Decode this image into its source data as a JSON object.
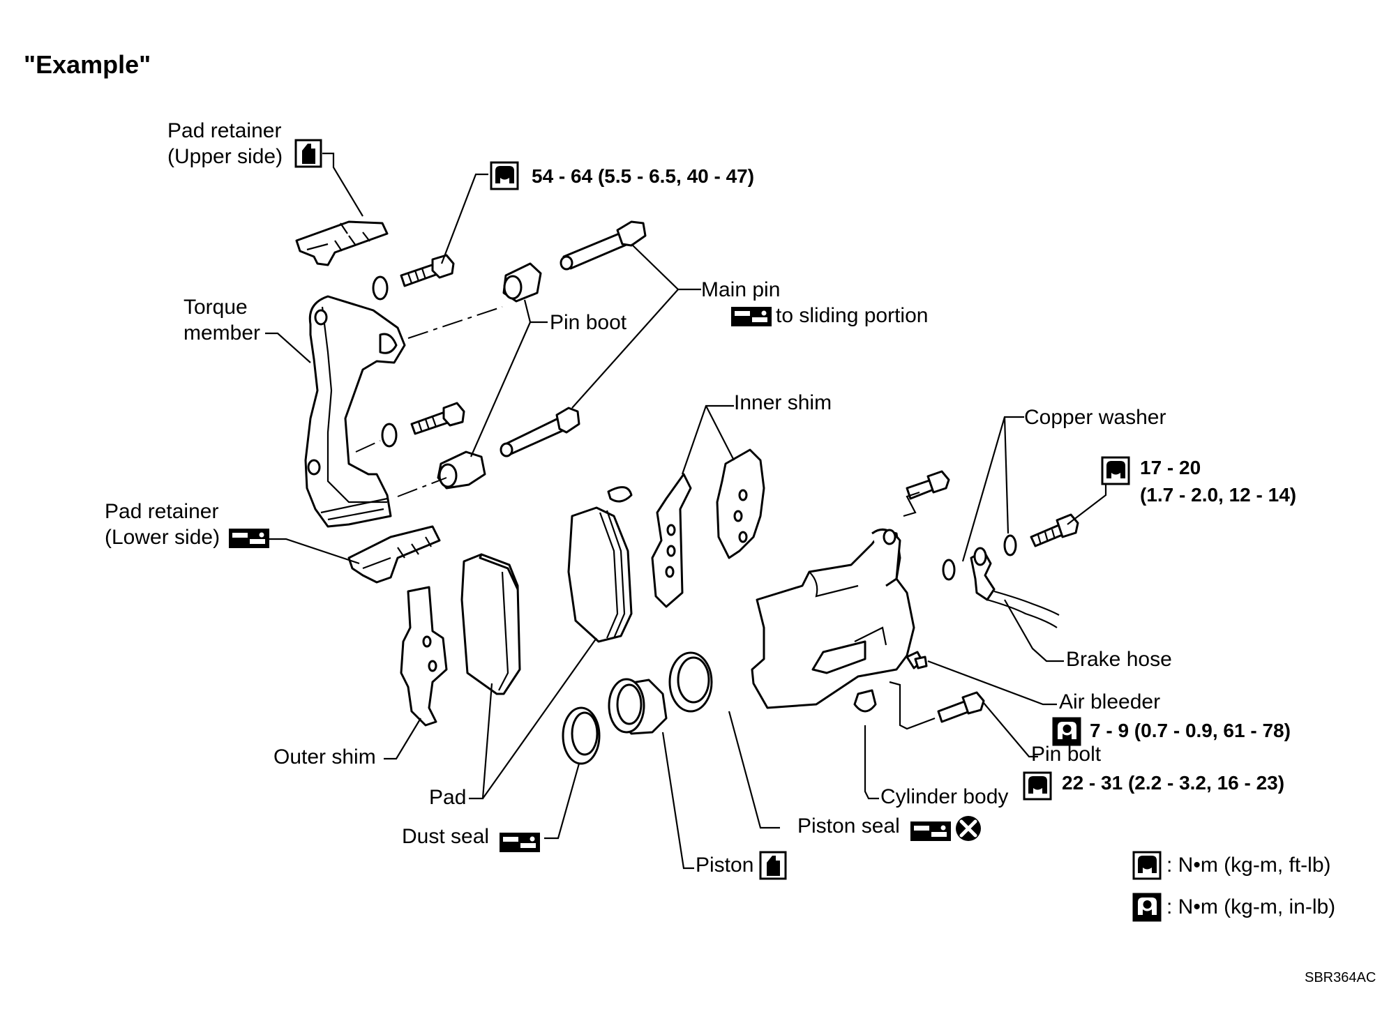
{
  "title": "\"Example\"",
  "figure_code": "SBR364AC",
  "labels": {
    "pad_retainer_upper_1": "Pad retainer",
    "pad_retainer_upper_2": "(Upper side)",
    "torque_spec_1": "54 - 64 (5.5 - 6.5, 40 - 47)",
    "torque_member_1": "Torque",
    "torque_member_2": "member",
    "main_pin": "Main pin",
    "main_pin_note": "to sliding portion",
    "pin_boot": "Pin boot",
    "inner_shim": "Inner shim",
    "copper_washer": "Copper washer",
    "torque_spec_2a": "17 - 20",
    "torque_spec_2b": "(1.7 - 2.0, 12 - 14)",
    "pad_retainer_lower_1": "Pad retainer",
    "pad_retainer_lower_2": "(Lower side)",
    "brake_hose": "Brake hose",
    "air_bleeder": "Air bleeder",
    "torque_spec_3": "7 - 9 (0.7 - 0.9, 61 - 78)",
    "pin_bolt": "Pin bolt",
    "torque_spec_4": "22 - 31 (2.2 - 3.2, 16 - 23)",
    "outer_shim": "Outer shim",
    "cylinder_body": "Cylinder body",
    "pad": "Pad",
    "dust_seal": "Dust seal",
    "piston_seal": "Piston seal",
    "piston": "Piston"
  },
  "legend": [
    {
      "icon": "torque-wrench-icon",
      "text": ": N•m (kg-m, ft-lb)"
    },
    {
      "icon": "torque-wrench-filled-icon",
      "text": ": N•m (kg-m, in-lb)"
    }
  ]
}
